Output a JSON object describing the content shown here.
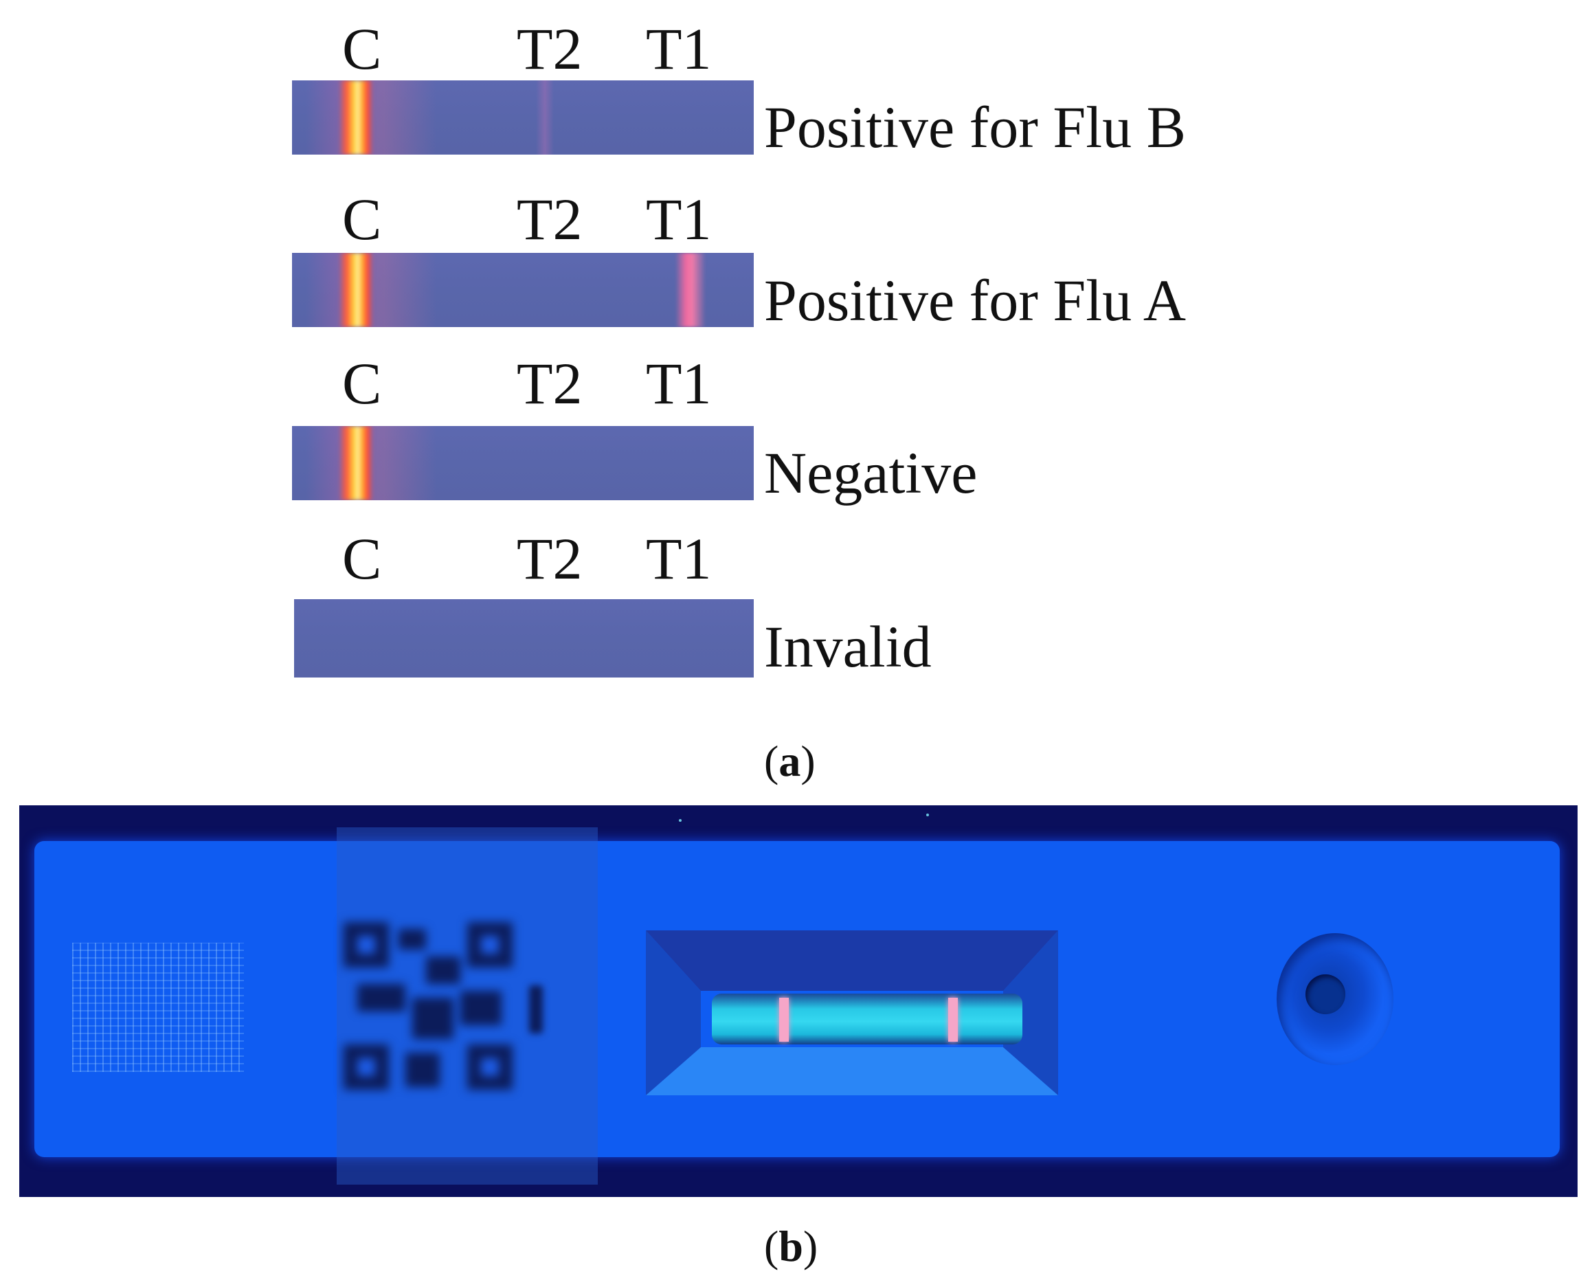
{
  "panel_a": {
    "rows": [
      {
        "labels": {
          "c": "C",
          "t2": "T2",
          "t1": "T1"
        },
        "result": "Positive for Flu B",
        "bands": {
          "c": true,
          "t2": true,
          "t1": false
        }
      },
      {
        "labels": {
          "c": "C",
          "t2": "T2",
          "t1": "T1"
        },
        "result": "Positive for Flu A",
        "bands": {
          "c": true,
          "t2": false,
          "t1": true
        }
      },
      {
        "labels": {
          "c": "C",
          "t2": "T2",
          "t1": "T1"
        },
        "result": "Negative",
        "bands": {
          "c": true,
          "t2": false,
          "t1": false
        }
      },
      {
        "labels": {
          "c": "C",
          "t2": "T2",
          "t1": "T1"
        },
        "result": "Invalid",
        "bands": {
          "c": false,
          "t2": false,
          "t1": false
        }
      }
    ],
    "caption": {
      "open": "(",
      "letter": "a",
      "close": ")"
    }
  },
  "panel_b": {
    "caption": {
      "open": "(",
      "letter": "b",
      "close": ")"
    }
  },
  "colors": {
    "strip": "#5b67ad",
    "control_band": "#ffd23a",
    "test_band": "#ee6aa0",
    "cassette": "#0f5cf2",
    "background_b": "#0a0f5c"
  }
}
